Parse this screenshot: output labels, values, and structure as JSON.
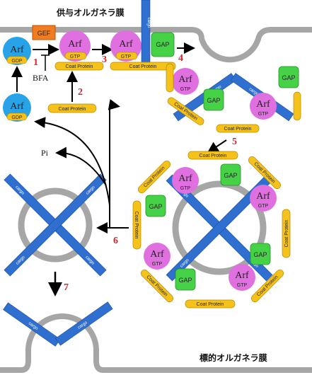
{
  "labels": {
    "donor_membrane": "供与オルガネラ膜",
    "target_membrane": "標的オルガネラ膜",
    "arf": "Arf",
    "gdp": "GDP",
    "gtp": "GTP",
    "gef": "GEF",
    "gap": "GAP",
    "cargo": "cargo",
    "coat_protein": "Coat Protein",
    "bfa": "BFA",
    "pi": "Pi"
  },
  "steps": [
    "1",
    "2",
    "3",
    "4",
    "5",
    "6",
    "7"
  ],
  "colors": {
    "membrane": "#a6a6a6",
    "arf_gdp": "#29a3e8",
    "arf_gtp": "#e06fe0",
    "gap": "#46d246",
    "gef": "#f07d22",
    "cargo": "#2f6fd0",
    "coat": "#f4c21a",
    "step_number": "#e0202a"
  }
}
